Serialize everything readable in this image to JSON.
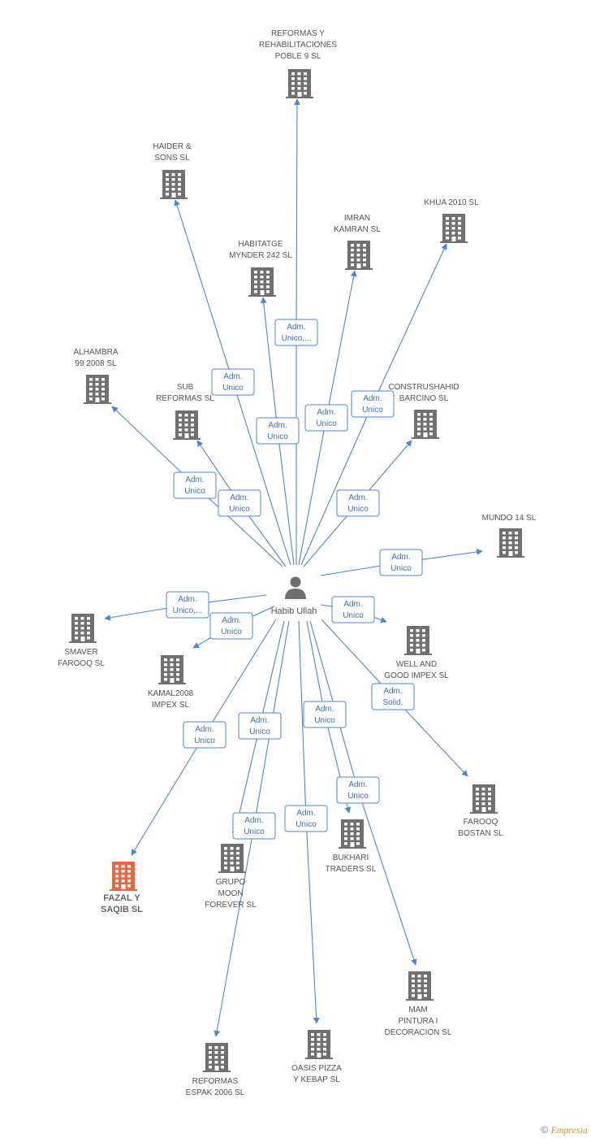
{
  "center": {
    "name": "Habib Ullah",
    "icon": "person-icon"
  },
  "colors": {
    "edge": "#4a86d8",
    "building": "#707070",
    "building_highlight": "#f0643c"
  },
  "nodes": [
    {
      "id": "reformas-rehab",
      "label": [
        "REFORMAS Y",
        "REHABILITACIONES",
        "POBLE 9 SL"
      ],
      "highlight": false
    },
    {
      "id": "haider",
      "label": [
        "HAIDER &",
        "SONS SL"
      ],
      "highlight": false
    },
    {
      "id": "khua",
      "label": [
        "KHUA 2010 SL"
      ],
      "highlight": false
    },
    {
      "id": "imran",
      "label": [
        "IMRAN",
        "KAMRAN SL"
      ],
      "highlight": false
    },
    {
      "id": "habitatge",
      "label": [
        "HABITATGE",
        "MYNDER 242 SL"
      ],
      "highlight": false
    },
    {
      "id": "alhambra",
      "label": [
        "ALHAMBRA",
        "99 2008 SL"
      ],
      "highlight": false
    },
    {
      "id": "sub",
      "label": [
        "SUB",
        "REFORMAS SL"
      ],
      "highlight": false
    },
    {
      "id": "construshahid",
      "label": [
        "CONSTRUSHAHID",
        "BARCINO SL"
      ],
      "highlight": false
    },
    {
      "id": "mundo",
      "label": [
        "MUNDO 14 SL"
      ],
      "highlight": false
    },
    {
      "id": "smaver",
      "label": [
        "SMAVER",
        "FAROOQ SL"
      ],
      "highlight": false
    },
    {
      "id": "kamal",
      "label": [
        "KAMAL2008",
        "IMPEX SL"
      ],
      "highlight": false
    },
    {
      "id": "wellgood",
      "label": [
        "WELL AND",
        "GOOD IMPEX SL"
      ],
      "highlight": false
    },
    {
      "id": "farooq",
      "label": [
        "FAROOQ",
        "BOSTAN SL"
      ],
      "highlight": false
    },
    {
      "id": "bukhari",
      "label": [
        "BUKHARI",
        "TRADERS SL"
      ],
      "highlight": false
    },
    {
      "id": "grupo",
      "label": [
        "GRUPO",
        "MOON",
        "FOREVER SL"
      ],
      "highlight": false
    },
    {
      "id": "fazal",
      "label": [
        "FAZAL Y",
        "SAQIB SL"
      ],
      "highlight": true
    },
    {
      "id": "mam",
      "label": [
        "MAM",
        "PINTURA I",
        "DECORACION SL"
      ],
      "highlight": false
    },
    {
      "id": "oasis",
      "label": [
        "OASIS PIZZA",
        "Y KEBAP SL"
      ],
      "highlight": false
    },
    {
      "id": "reformas-espak",
      "label": [
        "REFORMAS",
        "ESPAK 2006 SL"
      ],
      "highlight": false
    }
  ],
  "edges": [
    {
      "to": "reformas-rehab",
      "label": [
        "Adm.",
        "Unico,..."
      ]
    },
    {
      "to": "haider",
      "label": [
        "Adm.",
        "Unico"
      ]
    },
    {
      "to": "habitatge",
      "label": [
        "Adm.",
        "Unico"
      ]
    },
    {
      "to": "imran",
      "label": [
        "Adm.",
        "Unico"
      ]
    },
    {
      "to": "khua",
      "label": [
        "Adm.",
        "Unico"
      ]
    },
    {
      "to": "alhambra",
      "label": [
        "Adm.",
        "Unico"
      ]
    },
    {
      "to": "sub",
      "label": [
        "Adm.",
        "Unico"
      ]
    },
    {
      "to": "construshahid",
      "label": [
        "Adm.",
        "Unico"
      ]
    },
    {
      "to": "mundo",
      "label": [
        "Adm.",
        "Unico"
      ]
    },
    {
      "to": "smaver",
      "label": [
        "Adm.",
        "Unico,..."
      ]
    },
    {
      "to": "kamal",
      "label": [
        "Adm.",
        "Unico"
      ]
    },
    {
      "to": "wellgood",
      "label": [
        "Adm.",
        "Unico"
      ]
    },
    {
      "to": "farooq",
      "label": [
        "Adm.",
        "Solid."
      ]
    },
    {
      "to": "fazal",
      "label": [
        "Adm.",
        "Unico"
      ]
    },
    {
      "to": "grupo",
      "label": [
        "Adm.",
        "Unico"
      ]
    },
    {
      "to": "reformas-espak",
      "label": [
        "Adm.",
        "Unico"
      ]
    },
    {
      "to": "oasis",
      "label": [
        "Adm.",
        "Unico"
      ]
    },
    {
      "to": "bukhari",
      "label": [
        "Adm.",
        "Unico"
      ]
    },
    {
      "to": "mam",
      "label": [
        "Adm.",
        "Unico"
      ]
    }
  ],
  "footer": {
    "copyright": "©",
    "brand": "Empresia"
  }
}
